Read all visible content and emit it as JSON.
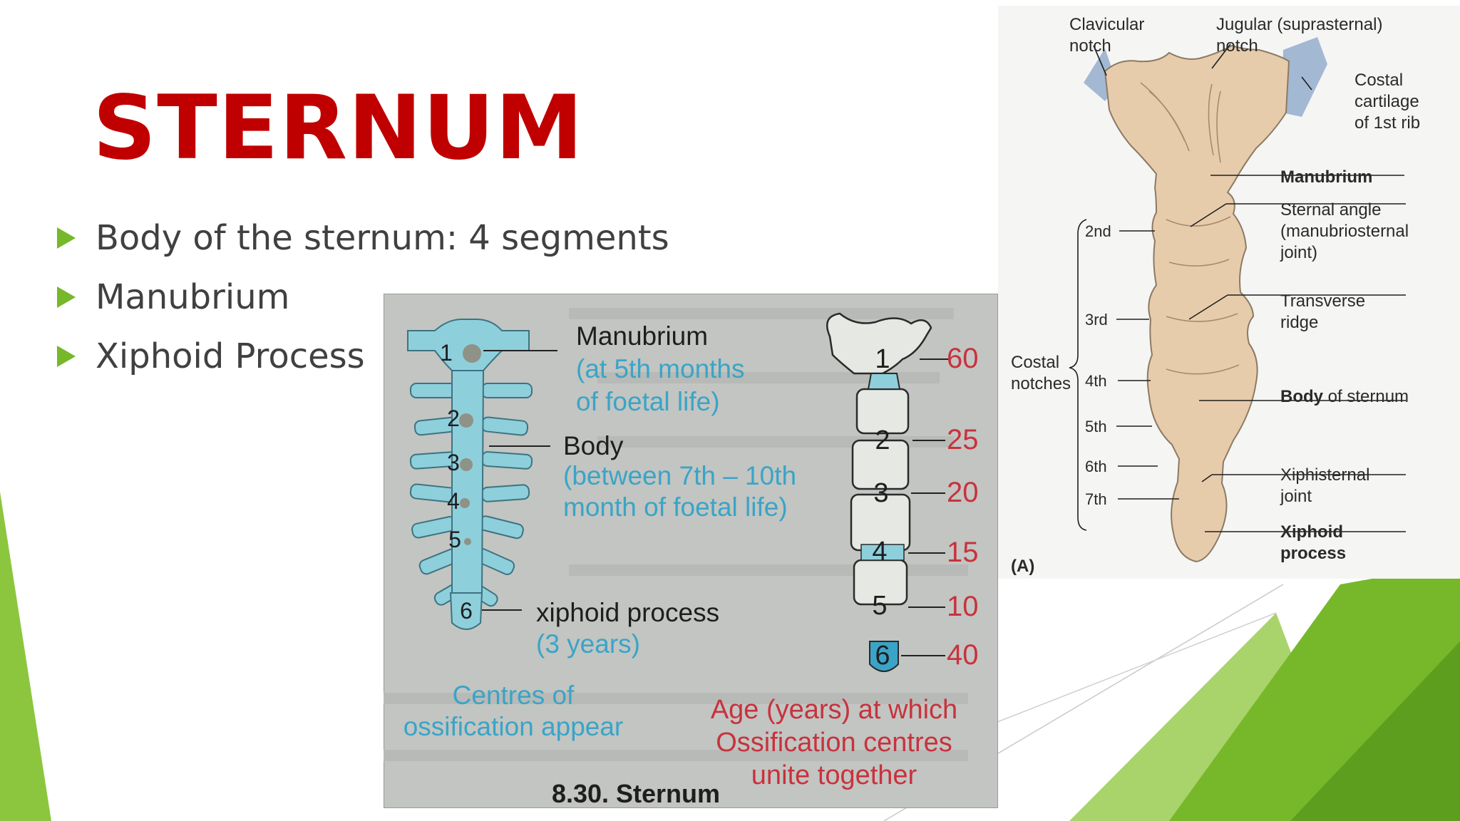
{
  "slide": {
    "title": "STERNUM",
    "bullets": [
      "Body of the sternum: 4 segments",
      "Manubrium",
      "Xiphoid Process"
    ],
    "colors": {
      "title": "#c00000",
      "bullet": "#76b82a",
      "text": "#404040",
      "accent_green": "#76b82a"
    }
  },
  "figure_830": {
    "caption": "8.30. Sternum",
    "left_diagram": {
      "segments": [
        "1",
        "2",
        "3",
        "4",
        "5",
        "6"
      ],
      "manubrium_label": "Manubrium",
      "manubrium_note_1": "(at 5th months",
      "manubrium_note_2": "of foetal life)",
      "body_label": "Body",
      "body_note_1": "(between 7th – 10th",
      "body_note_2": "month of foetal life)",
      "xiphoid_label": "xiphoid process",
      "xiphoid_note": "(3 years)",
      "caption_1": "Centres of",
      "caption_2": "ossification appear"
    },
    "right_diagram": {
      "segments": [
        "1",
        "2",
        "3",
        "4",
        "5",
        "6"
      ],
      "ages": [
        "60",
        "25",
        "20",
        "15",
        "10",
        "40"
      ],
      "caption_1": "Age (years) at which",
      "caption_2": "Ossification centres",
      "caption_3": "unite together"
    }
  },
  "figure_a": {
    "panel_label": "(A)",
    "clavicular_notch_1": "Clavicular",
    "clavicular_notch_2": "notch",
    "jugular_notch_1": "Jugular (suprasternal)",
    "jugular_notch_2": "notch",
    "costal_cartilage_1": "Costal",
    "costal_cartilage_2": "cartilage",
    "costal_cartilage_3": "of 1st rib",
    "manubrium": "Manubrium",
    "sternal_angle_1": "Sternal angle",
    "sternal_angle_2": "(manubriosternal",
    "sternal_angle_3": "joint)",
    "transverse_ridge_1": "Transverse",
    "transverse_ridge_2": "ridge",
    "body_bold": "Body",
    "body_rest": " of sternum",
    "xiphisternal_1": "Xiphisternal",
    "xiphisternal_2": "joint",
    "xiphoid_1": "Xiphoid",
    "xiphoid_2": "process",
    "costal_notches_1": "Costal",
    "costal_notches_2": "notches",
    "notch_labels": [
      "2nd",
      "3rd",
      "4th",
      "5th",
      "6th",
      "7th"
    ]
  }
}
